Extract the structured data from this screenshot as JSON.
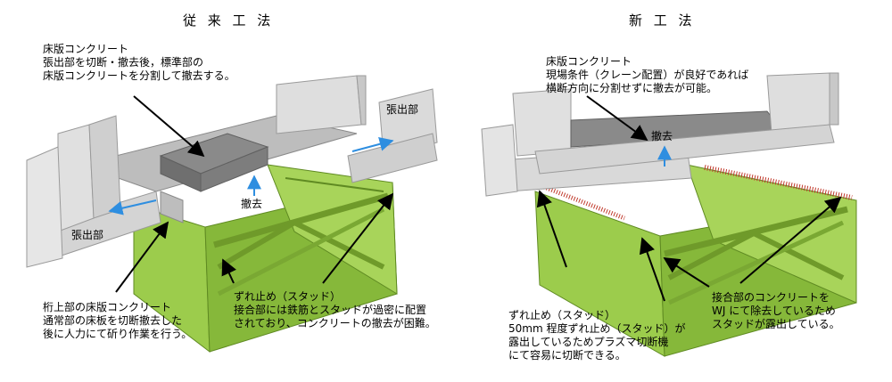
{
  "left": {
    "title": "従 来 工 法",
    "slab_note": [
      "床版コンクリート",
      "張出部を切断・撤去後，標準部の",
      "床版コンクリートを分割して撤去する。"
    ],
    "overhang_right": "張出部",
    "overhang_left": "張出部",
    "removal": "撤去",
    "girder_note": [
      "桁上部の床版コンクリート",
      "通常部の床板を切断撤去した",
      "後に人力にて斫り作業を行う。"
    ],
    "stud_note": [
      "ずれ止め（スタッド）",
      "接合部には鉄筋とスタッドが過密に配置",
      "されており、コンクリートの撤去が困難。"
    ]
  },
  "right": {
    "title": "新 工 法",
    "slab_note": [
      "床版コンクリート",
      "現場条件（クレーン配置）が良好であれば",
      "横断方向に分割せずに撤去が可能。"
    ],
    "removal": "撤去",
    "stud_note": [
      "ずれ止め（スタッド）",
      "50mm 程度ずれ止め（スタッド）が",
      "露出しているためプラズマ切断機",
      "にて容易に切断できる。"
    ],
    "joint_note": [
      "接合部のコンクリートを",
      "WJ にて除去しているため",
      "スタッドが露出している。"
    ]
  },
  "colors": {
    "girder": "#9ccc4c",
    "girder_dark": "#6f9a2a",
    "concrete": "#d9d9d9",
    "concrete_dark": "#9a9a9a",
    "slab_gray": "#7d7d7d",
    "arrow_blue": "#2e8ee0",
    "stud_red": "#c0392b"
  }
}
